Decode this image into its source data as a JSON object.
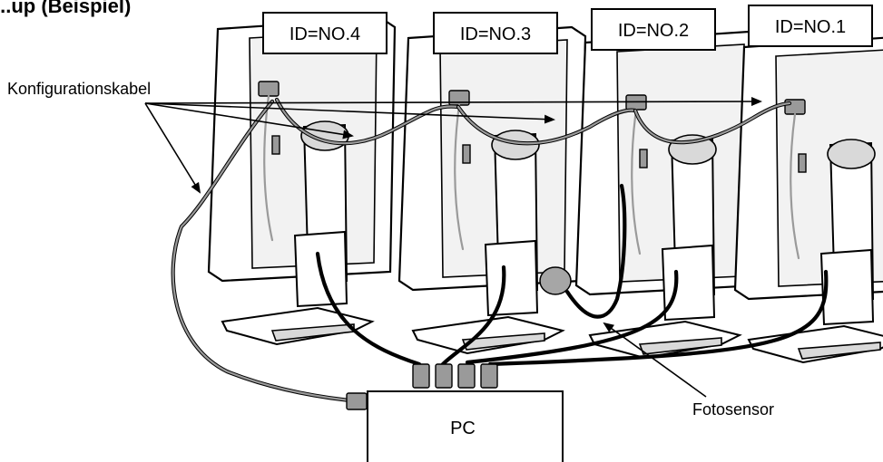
{
  "title_fragment": "...up (Beispiel)",
  "monitors": [
    {
      "id_label": "ID=NO.4"
    },
    {
      "id_label": "ID=NO.3"
    },
    {
      "id_label": "ID=NO.2"
    },
    {
      "id_label": "ID=NO.1"
    }
  ],
  "labels": {
    "config_cable": "Konfigurationskabel",
    "photosensor": "Fotosensor",
    "pc": "PC"
  }
}
